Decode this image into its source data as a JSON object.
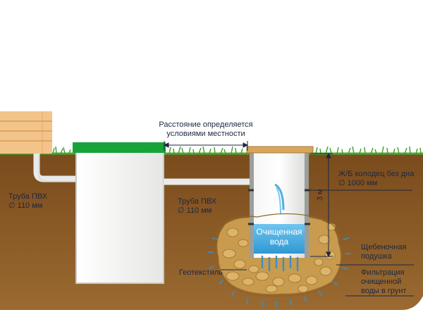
{
  "labels": {
    "distance": [
      "Расстояние определяется",
      "условиями местности"
    ],
    "pipe_left": [
      "Труба ПВХ",
      "∅ 110 мм"
    ],
    "pipe_mid": [
      "Труба ПВХ",
      "∅ 110 мм"
    ],
    "well": [
      "Ж/Б колодец без дна",
      "∅ 1000 мм"
    ],
    "depth": "3 м",
    "clean_water": [
      "Очищенная",
      "вода"
    ],
    "gravel": [
      "Щебеночная",
      "подушка"
    ],
    "geotextile": "Геотекстиль",
    "filtration": [
      "Фильтрация",
      "очищенной",
      "воды в грунт"
    ]
  },
  "colors": {
    "soil": "#8a5a23",
    "gravel": "#c89b4e",
    "tank": "#f2f3f1",
    "lid": "#18a23a",
    "water": "#4fb0e0",
    "wood": "#f3c48a",
    "grass": "#3e9b2a"
  }
}
